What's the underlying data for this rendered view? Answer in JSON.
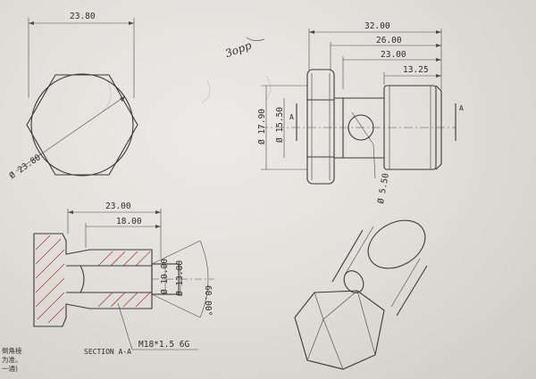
{
  "hex_view": {
    "width_flats": "23.80",
    "diameter": "Ø 23.80"
  },
  "side_view": {
    "handwritten_note": "3opp",
    "length_total": "32.00",
    "length_26": "26.00",
    "length_23": "23.00",
    "length_thread": "13.25",
    "dia_outer": "Ø 17.90",
    "dia_inner": "Ø 15.50",
    "dia_hole": "Ø 5.50",
    "section_mark_left": "A",
    "section_mark_right": "A"
  },
  "section_view": {
    "length_23": "23.00",
    "length_18": "18.00",
    "dia_10": "Ø 10.00",
    "dia_13": "Ø 13.00",
    "chamfer_angle": "60.00°",
    "thread_spec": "M18*1.5 6G",
    "section_label": "SECTION A-A"
  },
  "corner_text": {
    "line1": "倒角棱",
    "line2": "为准。",
    "line3": "一通)"
  },
  "colors": {
    "paper": "#e2e0db",
    "ink": "#3a3a3a",
    "red_ink": "#b03a3a"
  }
}
